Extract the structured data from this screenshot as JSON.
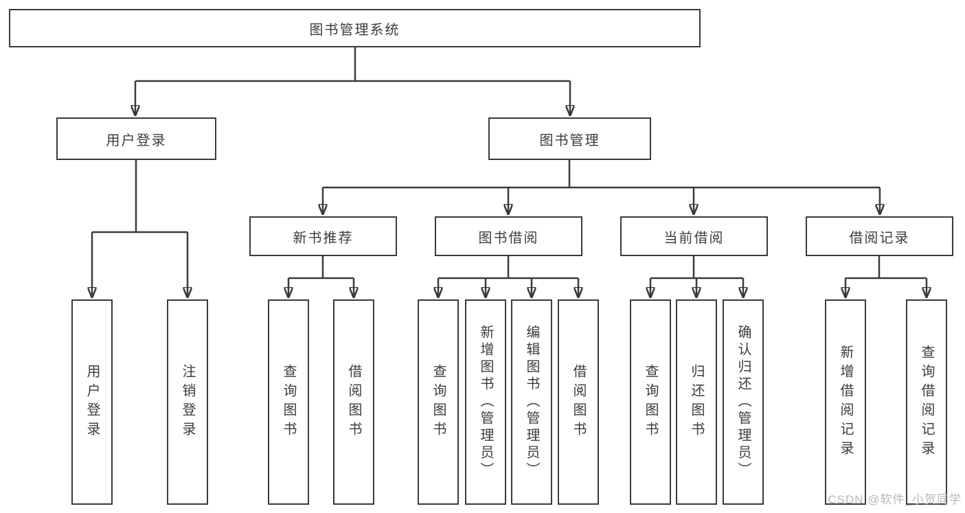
{
  "diagram": {
    "root": {
      "label": "图书管理系统"
    },
    "branches": [
      {
        "label": "用户登录",
        "children": [
          {
            "label": "用户登录"
          },
          {
            "label": "注销登录"
          }
        ]
      },
      {
        "label": "图书管理",
        "children": [
          {
            "label": "新书推荐",
            "children": [
              {
                "label": "查询图书"
              },
              {
                "label": "借阅图书"
              }
            ]
          },
          {
            "label": "图书借阅",
            "children": [
              {
                "label": "查询图书"
              },
              {
                "label": "新增图书（管理员）"
              },
              {
                "label": "编辑图书（管理员）"
              },
              {
                "label": "借阅图书"
              }
            ]
          },
          {
            "label": "当前借阅",
            "children": [
              {
                "label": "查询图书"
              },
              {
                "label": "归还图书"
              },
              {
                "label": "确认归还（管理员）"
              }
            ]
          },
          {
            "label": "借阅记录",
            "children": [
              {
                "label": "新增借阅记录"
              },
              {
                "label": "查询借阅记录"
              }
            ]
          }
        ]
      }
    ]
  },
  "watermark": {
    "text": "CSDN @软件_小贺同学"
  },
  "colors": {
    "line": "#3a3a3a",
    "box_border": "#3a3a3a",
    "text": "#3c3c3c",
    "watermark": "#b4b7ba",
    "background": "#ffffff"
  }
}
